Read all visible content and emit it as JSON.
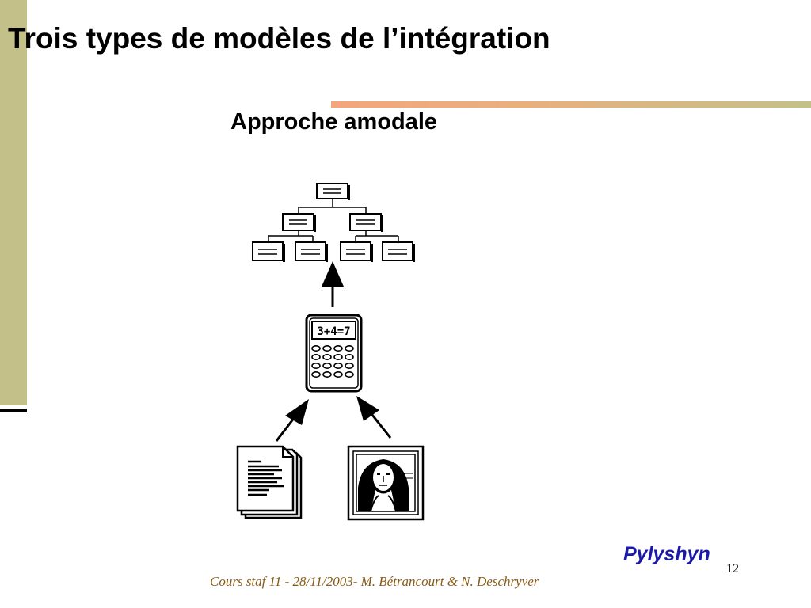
{
  "slide": {
    "title": "Trois types de modèles de l’intégration",
    "subtitle": "Approche  amodale",
    "credit": "Pylyshyn",
    "page_number": "12",
    "footer": "Cours staf 11 - 28/11/2003- M. Bétrancourt & N. Deschryver"
  },
  "diagram": {
    "calculator_display": "3+4=7",
    "icons": [
      "hierarchy-tree-icon",
      "calculator-icon",
      "text-document-icon",
      "portrait-image-icon"
    ]
  },
  "colors": {
    "side_bar": "#c4c08a",
    "accent_line_start": "#f4a57c",
    "accent_line_end": "#c4c08a",
    "credit": "#1a1aa8",
    "footer": "#8a5a14"
  }
}
